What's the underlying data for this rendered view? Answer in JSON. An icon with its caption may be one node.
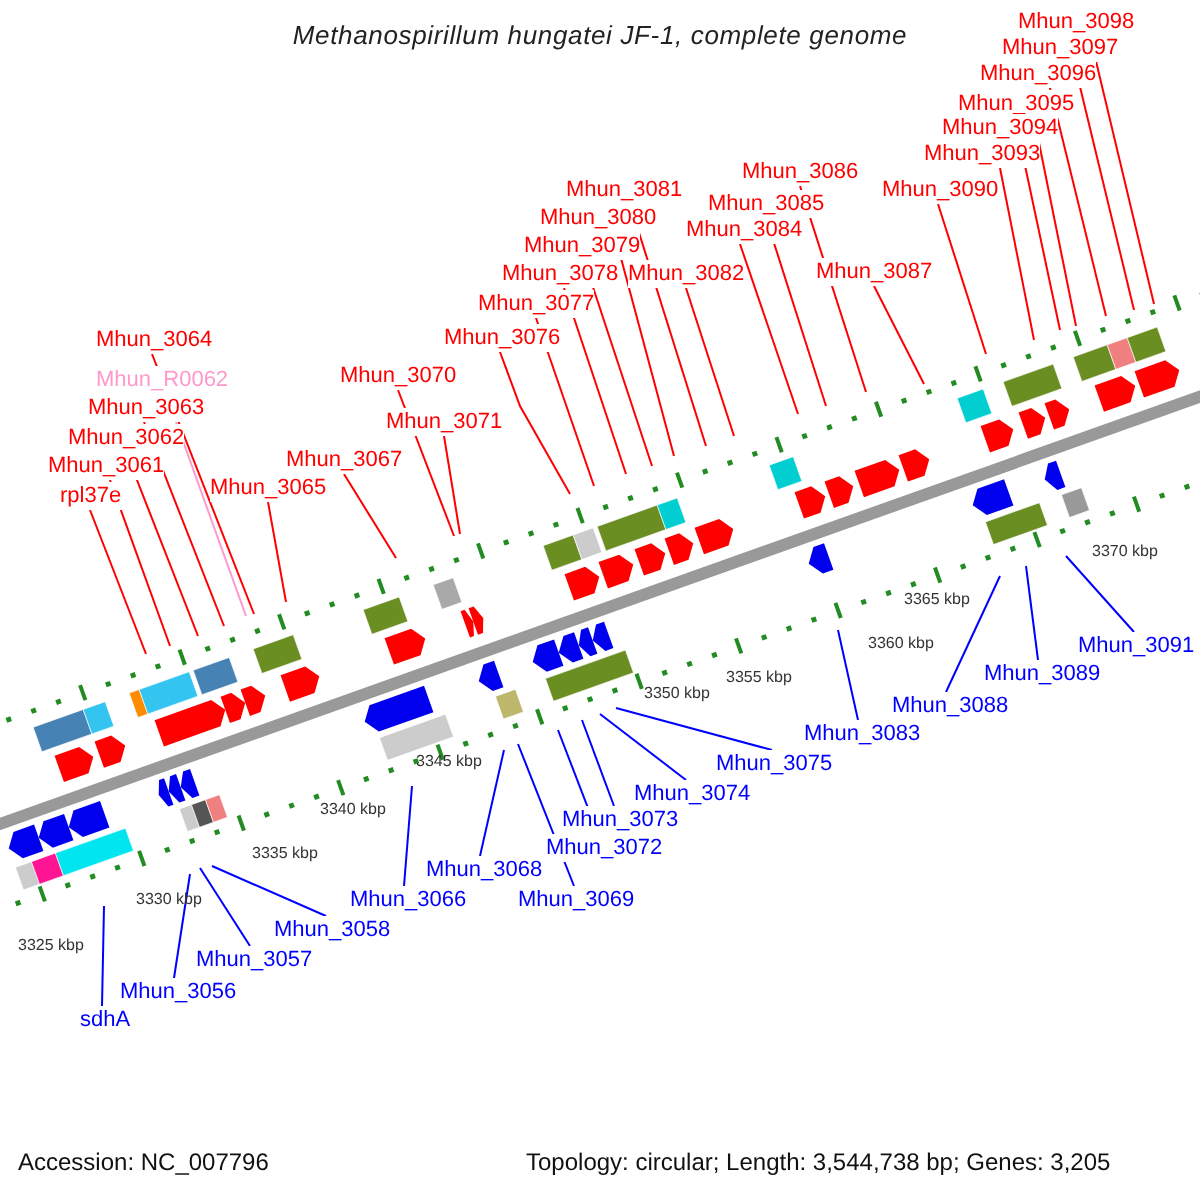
{
  "diagram": {
    "title": "Methanospirillum hungatei JF-1, complete genome",
    "nodes": [
      {
        "text": [
          "Mhun_3098"
        ]
      },
      {
        "text": [
          "Mhun_3097"
        ]
      },
      {
        "text": [
          "Mhun_3096"
        ]
      },
      {
        "text": [
          "Mhun_3095"
        ]
      },
      {
        "text": [
          "Mhun_3094"
        ]
      },
      {
        "text": [
          "Mhun_3093"
        ]
      },
      {
        "text": [
          "Mhun_3090"
        ]
      },
      {
        "text": [
          "Mhun_3086"
        ]
      },
      {
        "text": [
          "Mhun_3081"
        ]
      },
      {
        "text": [
          "Mhun_3085"
        ]
      },
      {
        "text": [
          "Mhun_3080"
        ]
      },
      {
        "text": [
          "Mhun_3084"
        ]
      },
      {
        "text": [
          "Mhun_3079"
        ]
      },
      {
        "text": [
          "Mhun_3078"
        ]
      },
      {
        "text": [
          "Mhun_3082"
        ]
      },
      {
        "text": [
          "Mhun_3087"
        ]
      },
      {
        "text": [
          "Mhun_3077"
        ]
      },
      {
        "text": [
          "Mhun_3064"
        ]
      },
      {
        "text": [
          "Mhun_3076"
        ]
      },
      {
        "text": [
          "Mhun_3070"
        ]
      },
      {
        "text": [
          "Mhun_R0062"
        ]
      },
      {
        "text": [
          "Mhun_3063"
        ]
      },
      {
        "text": [
          "Mhun_3071"
        ]
      },
      {
        "text": [
          "Mhun_3062"
        ]
      },
      {
        "text": [
          "Mhun_3067"
        ]
      },
      {
        "text": [
          "Mhun_3061"
        ]
      },
      {
        "text": [
          "Mhun_3065"
        ]
      },
      {
        "text": [
          "rpl37e"
        ]
      },
      {
        "text": [
          "Mhun_3091"
        ]
      },
      {
        "text": [
          "Mhun_3089"
        ]
      },
      {
        "text": [
          "Mhun_3088"
        ]
      },
      {
        "text": [
          "Mhun_3083"
        ]
      },
      {
        "text": [
          "Mhun_3075"
        ]
      },
      {
        "text": [
          "Mhun_3074"
        ]
      },
      {
        "text": [
          "Mhun_3073"
        ]
      },
      {
        "text": [
          "Mhun_3072"
        ]
      },
      {
        "text": [
          "Mhun_3068"
        ]
      },
      {
        "text": [
          "Mhun_3066"
        ]
      },
      {
        "text": [
          "Mhun_3069"
        ]
      },
      {
        "text": [
          "Mhun_3058"
        ]
      },
      {
        "text": [
          "Mhun_3057"
        ]
      },
      {
        "text": [
          "Mhun_3056"
        ]
      },
      {
        "text": [
          "sdhA"
        ]
      }
    ],
    "edges": [
      {
        "from": 0,
        "to": null,
        "arrow": "none"
      },
      {
        "from": 1,
        "to": null,
        "arrow": "none"
      },
      {
        "from": 2,
        "to": null,
        "arrow": "none"
      },
      {
        "from": 3,
        "to": null,
        "arrow": "none"
      },
      {
        "from": 4,
        "to": null,
        "arrow": "none"
      },
      {
        "from": 5,
        "to": null,
        "arrow": "none"
      },
      {
        "from": 6,
        "to": null,
        "arrow": "none"
      },
      {
        "from": 7,
        "to": null,
        "arrow": "none"
      },
      {
        "from": 8,
        "to": null,
        "arrow": "none"
      },
      {
        "from": 9,
        "to": null,
        "arrow": "none"
      },
      {
        "from": 10,
        "to": null,
        "arrow": "none"
      },
      {
        "from": 11,
        "to": null,
        "arrow": "none"
      },
      {
        "from": 12,
        "to": null,
        "arrow": "none"
      },
      {
        "from": 13,
        "to": null,
        "arrow": "none"
      },
      {
        "from": 14,
        "to": null,
        "arrow": "none"
      },
      {
        "from": 15,
        "to": null,
        "arrow": "none"
      },
      {
        "from": 16,
        "to": null,
        "arrow": "none"
      },
      {
        "from": 17,
        "to": null,
        "arrow": "none"
      },
      {
        "from": 18,
        "to": null,
        "arrow": "none"
      },
      {
        "from": 19,
        "to": null,
        "arrow": "none"
      },
      {
        "from": 20,
        "to": null,
        "arrow": "none",
        "color": "#ff99cc"
      },
      {
        "from": 21,
        "to": null,
        "arrow": "none"
      },
      {
        "from": 22,
        "to": null,
        "arrow": "none"
      },
      {
        "from": 23,
        "to": null,
        "arrow": "none"
      },
      {
        "from": 24,
        "to": null,
        "arrow": "none"
      },
      {
        "from": 25,
        "to": null,
        "arrow": "none"
      },
      {
        "from": 26,
        "to": null,
        "arrow": "none"
      },
      {
        "from": 27,
        "to": null,
        "arrow": "none"
      },
      {
        "from": 28,
        "to": null,
        "arrow": "none",
        "color": "#0000ff"
      },
      {
        "from": 29,
        "to": null,
        "arrow": "none",
        "color": "#0000ff"
      },
      {
        "from": 30,
        "to": null,
        "arrow": "none",
        "color": "#0000ff"
      },
      {
        "from": 31,
        "to": null,
        "arrow": "none",
        "color": "#0000ff"
      },
      {
        "from": 32,
        "to": null,
        "arrow": "none",
        "color": "#0000ff"
      },
      {
        "from": 33,
        "to": null,
        "arrow": "none",
        "color": "#0000ff"
      },
      {
        "from": 34,
        "to": null,
        "arrow": "none",
        "color": "#0000ff"
      },
      {
        "from": 35,
        "to": null,
        "arrow": "none",
        "color": "#0000ff"
      },
      {
        "from": 36,
        "to": null,
        "arrow": "none",
        "color": "#0000ff"
      },
      {
        "from": 37,
        "to": null,
        "arrow": "none",
        "color": "#0000ff"
      },
      {
        "from": 38,
        "to": null,
        "arrow": "none",
        "color": "#0000ff"
      },
      {
        "from": 39,
        "to": null,
        "arrow": "none",
        "color": "#0000ff"
      },
      {
        "from": 40,
        "to": null,
        "arrow": "none",
        "color": "#0000ff"
      },
      {
        "from": 41,
        "to": null,
        "arrow": "none",
        "color": "#0000ff"
      },
      {
        "from": 42,
        "to": null,
        "arrow": "none",
        "color": "#0000ff"
      }
    ],
    "labels": [
      "3370 kbp",
      "3365 kbp",
      "3360 kbp",
      "3355 kbp",
      "3350 kbp",
      "3345 kbp",
      "3340 kbp",
      "3335 kbp",
      "3330 kbp",
      "3325 kbp",
      "Accession: NC_007796",
      "Topology: circular; Length: 3,544,738 bp; Genes: 3,205"
    ]
  }
}
